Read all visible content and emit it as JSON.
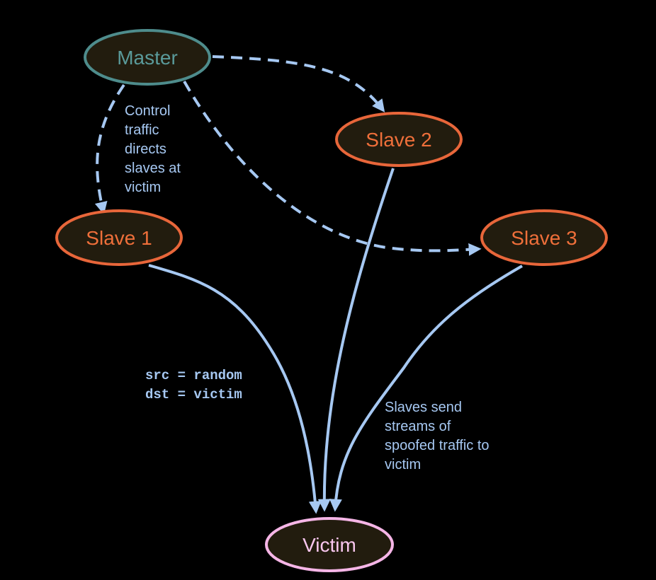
{
  "nodes": {
    "master": {
      "label": "Master"
    },
    "slave1": {
      "label": "Slave 1"
    },
    "slave2": {
      "label": "Slave 2"
    },
    "slave3": {
      "label": "Slave 3"
    },
    "victim": {
      "label": "Victim"
    }
  },
  "annotations": {
    "control_note": [
      "Control",
      "traffic",
      "directs",
      "slaves at",
      "victim"
    ],
    "packet_fields": [
      "src = random",
      "dst = victim"
    ],
    "attack_note": [
      "Slaves send",
      "streams of",
      "spoofed traffic to",
      "victim"
    ]
  },
  "colors": {
    "background": "#000000",
    "node_fill": "#221c0e",
    "master_stroke": "#4e8c8c",
    "master_text": "#5a9a9a",
    "slave_stroke": "#e8663a",
    "slave_text": "#ef6f3a",
    "victim_stroke": "#f5b5e6",
    "victim_text": "#f8c6ee",
    "arrow": "#a6c8f2",
    "note_text": "#a6c8f2"
  }
}
